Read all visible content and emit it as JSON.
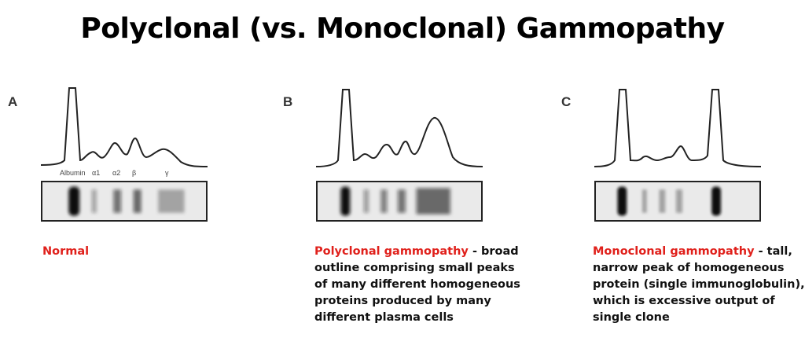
{
  "title": "Polyclonal (vs. Monoclonal) Gammopathy",
  "panels": [
    {
      "letter": "A",
      "caption_highlight": "Normal",
      "caption_text": "",
      "fraction_labels": [
        "Albumin",
        "α1",
        "α2",
        "β",
        "γ"
      ]
    },
    {
      "letter": "B",
      "caption_highlight": "Polyclonal gammopathy",
      "caption_text": " - broad outline comprising small peaks of many different homogeneous proteins produced by many different plasma cells"
    },
    {
      "letter": "C",
      "caption_highlight": "Monoclonal gammopathy",
      "caption_text": " - tall, narrow peak of homogeneous protein (single immunoglobulin), which is excessive output of single clone"
    }
  ],
  "colors": {
    "highlight": "#e0201b",
    "trace": "#222222",
    "band": "#111111"
  }
}
